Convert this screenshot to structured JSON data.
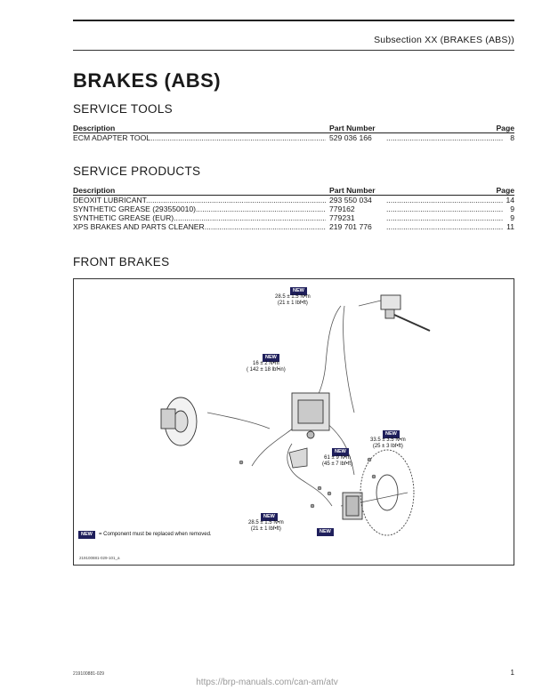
{
  "header": {
    "subsection": "Subsection XX (BRAKES (ABS))"
  },
  "title": "BRAKES (ABS)",
  "service_tools": {
    "heading": "SERVICE TOOLS",
    "columns": {
      "description": "Description",
      "part_number": "Part Number",
      "page": "Page"
    },
    "rows": [
      {
        "description": "ECM ADAPTER TOOL",
        "part_number": "529 036 166",
        "page": "8"
      }
    ]
  },
  "service_products": {
    "heading": "SERVICE PRODUCTS",
    "columns": {
      "description": "Description",
      "part_number": "Part Number",
      "page": "Page"
    },
    "rows": [
      {
        "description": "DEOXIT LUBRICANT",
        "part_number": "293 550 034",
        "page": "14"
      },
      {
        "description": "SYNTHETIC GREASE (293550010)",
        "part_number": "779162",
        "page": "9"
      },
      {
        "description": "SYNTHETIC GREASE (EUR)",
        "part_number": "779231",
        "page": "9"
      },
      {
        "description": "XPS BRAKES AND PARTS CLEANER",
        "part_number": "219 701 776",
        "page": "11"
      }
    ]
  },
  "front_brakes": {
    "heading": "FRONT BRAKES",
    "badge_text": "NEW",
    "callouts": [
      {
        "torque": "28.5 ± 1.5 N•m",
        "imperial": "(21 ± 1 lbf•ft)"
      },
      {
        "torque": "16 ± 2 N•m",
        "imperial": "( 142 ± 18 lbf•in)"
      },
      {
        "torque": "33.5 ± 3.5 N•m",
        "imperial": "(25 ± 3 lbf•ft)"
      },
      {
        "torque": "61 ± 9 N•m",
        "imperial": "(45 ± 7 lbf•ft)"
      },
      {
        "torque": "28.5 ± 1.5 N•m",
        "imperial": "(21 ± 1 lbf•ft)"
      }
    ],
    "legend": "= Component must be replaced when removed.",
    "figure_code": "219100881-029-101_a"
  },
  "footer": {
    "doc_code": "219100881-029",
    "page_number": "1",
    "url": "https://brp-manuals.com/can-am/atv"
  },
  "colors": {
    "badge": "#1f1f5c",
    "text": "#1a1a1a",
    "url": "#9a9a9a"
  }
}
